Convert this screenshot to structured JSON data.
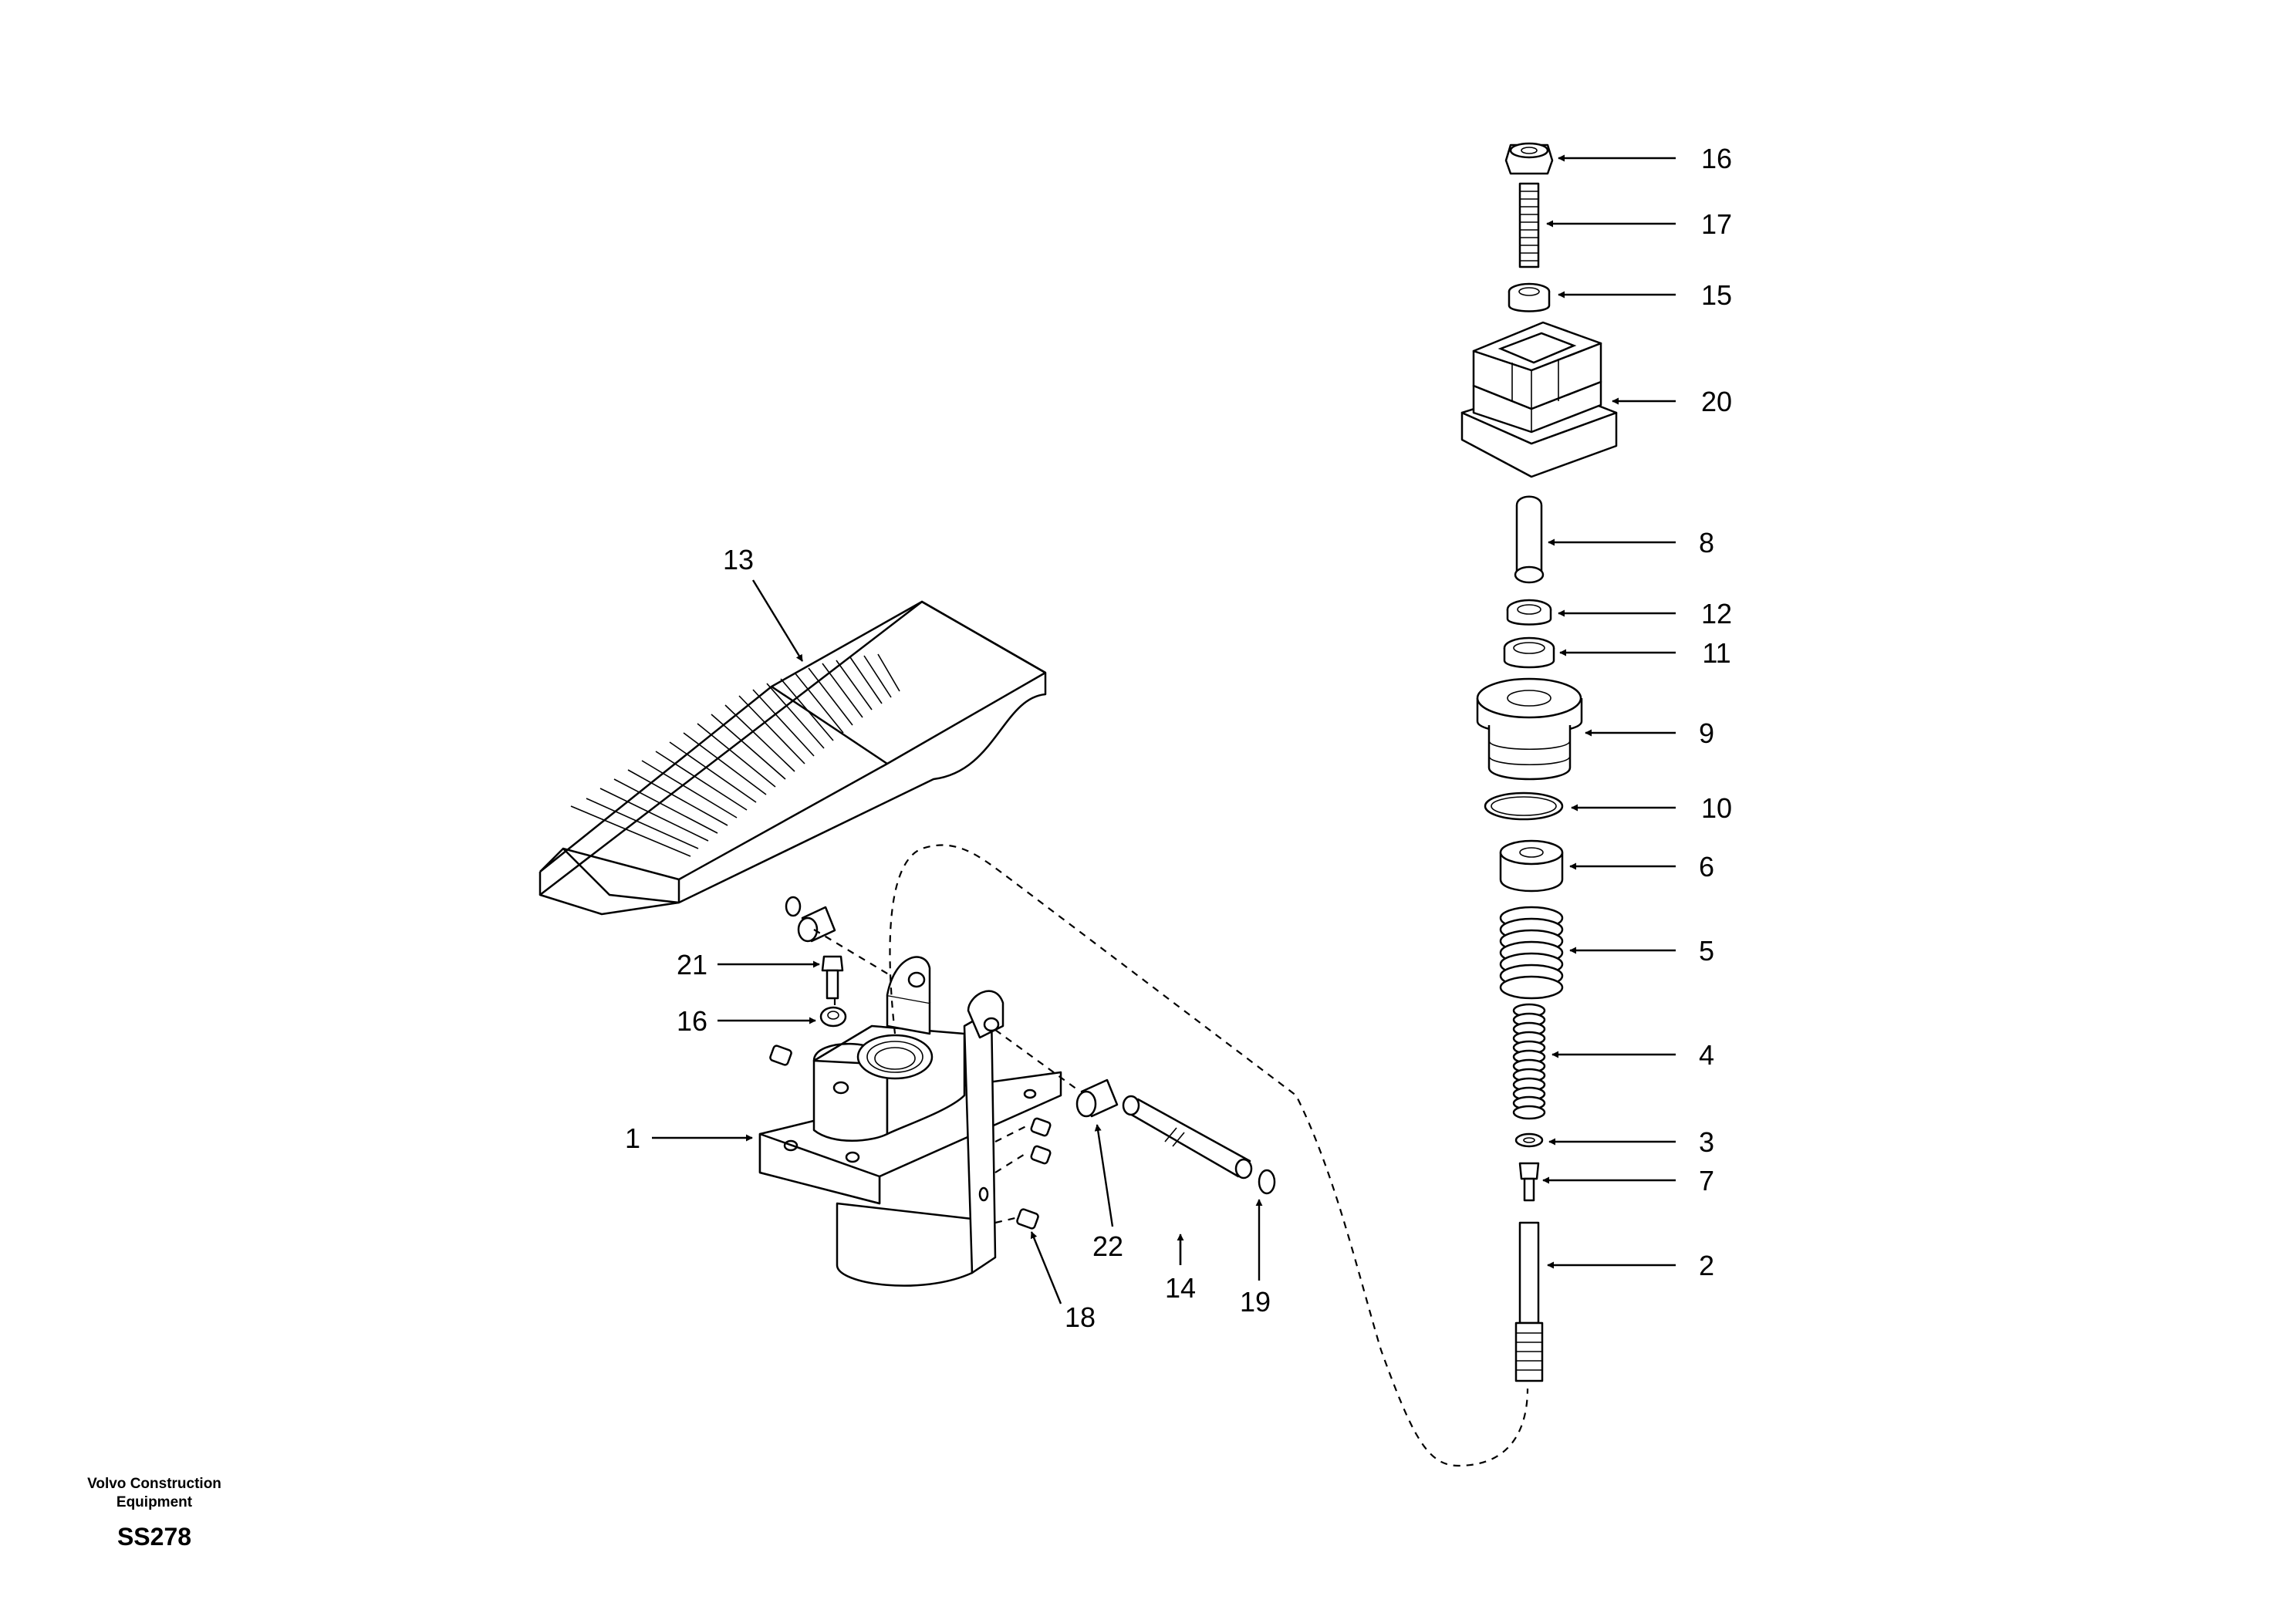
{
  "callouts": {
    "c1": "1",
    "c2": "2",
    "c3": "3",
    "c4": "4",
    "c5": "5",
    "c6": "6",
    "c7": "7",
    "c8": "8",
    "c9": "9",
    "c10": "10",
    "c11": "11",
    "c12": "12",
    "c13": "13",
    "c14": "14",
    "c15": "15",
    "c16a": "16",
    "c16b": "16",
    "c17": "17",
    "c18": "18",
    "c19": "19",
    "c20": "20",
    "c21": "21",
    "c22": "22"
  },
  "footer": {
    "brand_line1": "Volvo Construction",
    "brand_line2": "Equipment",
    "code": "SS278"
  }
}
